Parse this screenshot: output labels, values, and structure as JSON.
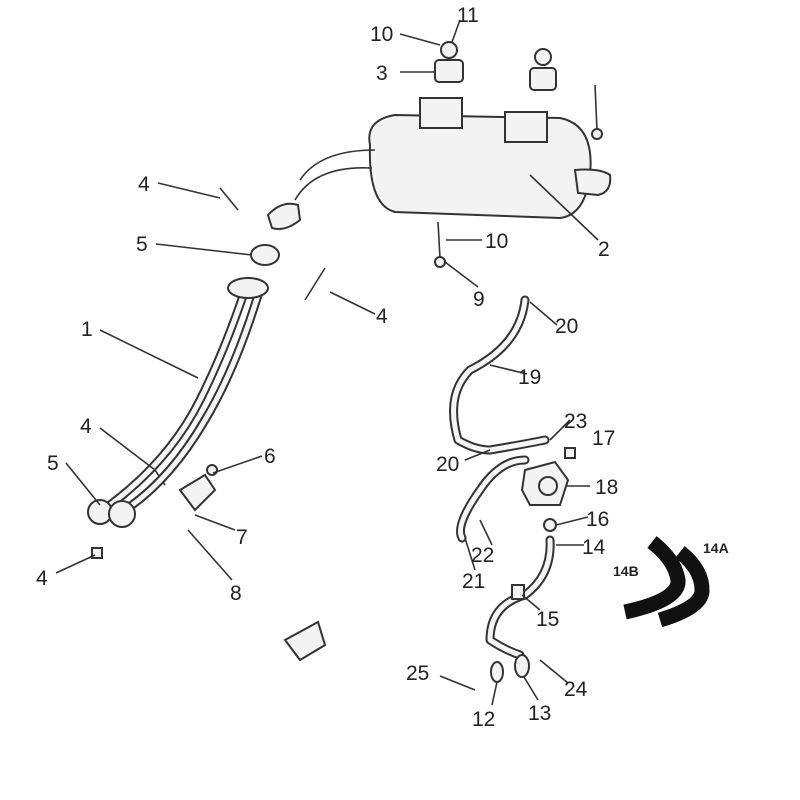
{
  "diagram": {
    "title": "Exhaust system exploded parts diagram",
    "labels": [
      {
        "id": "l11",
        "text": "11"
      },
      {
        "id": "l10a",
        "text": "10"
      },
      {
        "id": "l3",
        "text": "3"
      },
      {
        "id": "l4a",
        "text": "4"
      },
      {
        "id": "l5a",
        "text": "5"
      },
      {
        "id": "l10b",
        "text": "10"
      },
      {
        "id": "l2",
        "text": "2"
      },
      {
        "id": "l9",
        "text": "9"
      },
      {
        "id": "l4b",
        "text": "4"
      },
      {
        "id": "l20a",
        "text": "20"
      },
      {
        "id": "l1",
        "text": "1"
      },
      {
        "id": "l19",
        "text": "19"
      },
      {
        "id": "l23",
        "text": "23"
      },
      {
        "id": "l17",
        "text": "17"
      },
      {
        "id": "l4c",
        "text": "4"
      },
      {
        "id": "l6",
        "text": "6"
      },
      {
        "id": "l20b",
        "text": "20"
      },
      {
        "id": "l5b",
        "text": "5"
      },
      {
        "id": "l18",
        "text": "18"
      },
      {
        "id": "l16",
        "text": "16"
      },
      {
        "id": "l7",
        "text": "7"
      },
      {
        "id": "l22",
        "text": "22"
      },
      {
        "id": "l14",
        "text": "14"
      },
      {
        "id": "l14a",
        "text": "14A"
      },
      {
        "id": "l14b",
        "text": "14B"
      },
      {
        "id": "l21",
        "text": "21"
      },
      {
        "id": "l4d",
        "text": "4"
      },
      {
        "id": "l8",
        "text": "8"
      },
      {
        "id": "l15",
        "text": "15"
      },
      {
        "id": "l25",
        "text": "25"
      },
      {
        "id": "l24",
        "text": "24"
      },
      {
        "id": "l12",
        "text": "12"
      },
      {
        "id": "l13",
        "text": "13"
      }
    ]
  }
}
